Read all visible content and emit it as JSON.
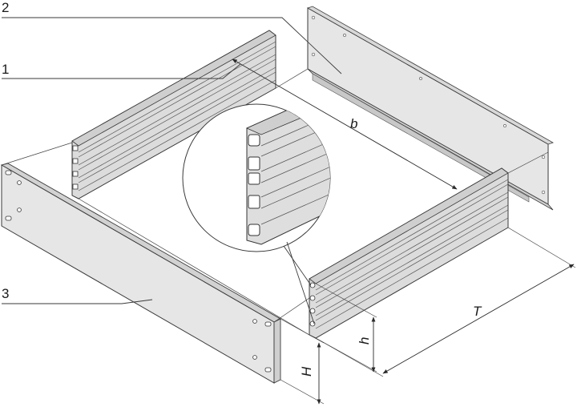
{
  "figure": {
    "callouts": [
      {
        "id": "rail",
        "label": "1"
      },
      {
        "id": "rear-panel",
        "label": "2"
      },
      {
        "id": "front-panel",
        "label": "3"
      }
    ],
    "dimensions": {
      "depth": "T",
      "width": "b",
      "rail_height": "h",
      "panel_height": "H"
    }
  },
  "colors": {
    "line": "#3a3a3a",
    "panel_fill": "#e6e6e6",
    "panel_shade": "#d2d2d2",
    "rail_fill": "#dcdcdc",
    "rail_groove": "#bdbdbd",
    "background": "#ffffff"
  }
}
